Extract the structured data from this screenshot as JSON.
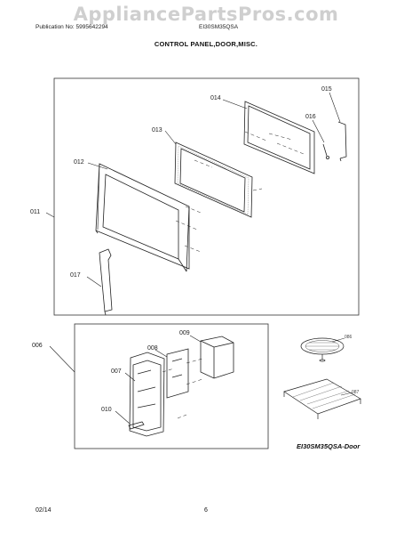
{
  "header": {
    "watermark": "AppliancePartsPros.com",
    "publication": "Publication No: 5995642294",
    "model": "EI30SM35QSA",
    "section_title": "CONTROL PANEL,DOOR,MISC."
  },
  "callouts": {
    "c011": "011",
    "c012": "012",
    "c013": "013",
    "c014": "014",
    "c015": "015",
    "c016": "016",
    "c017": "017",
    "c006": "006",
    "c007": "007",
    "c008": "008",
    "c009": "009",
    "c010": "010",
    "c086": "086",
    "c087": "087"
  },
  "diagram_label": "EI30SM35QSA-Door",
  "footer": {
    "date": "02/14",
    "page": "6"
  },
  "colors": {
    "line": "#222222",
    "watermark": "#cfcfcf",
    "frame": "#333333"
  }
}
